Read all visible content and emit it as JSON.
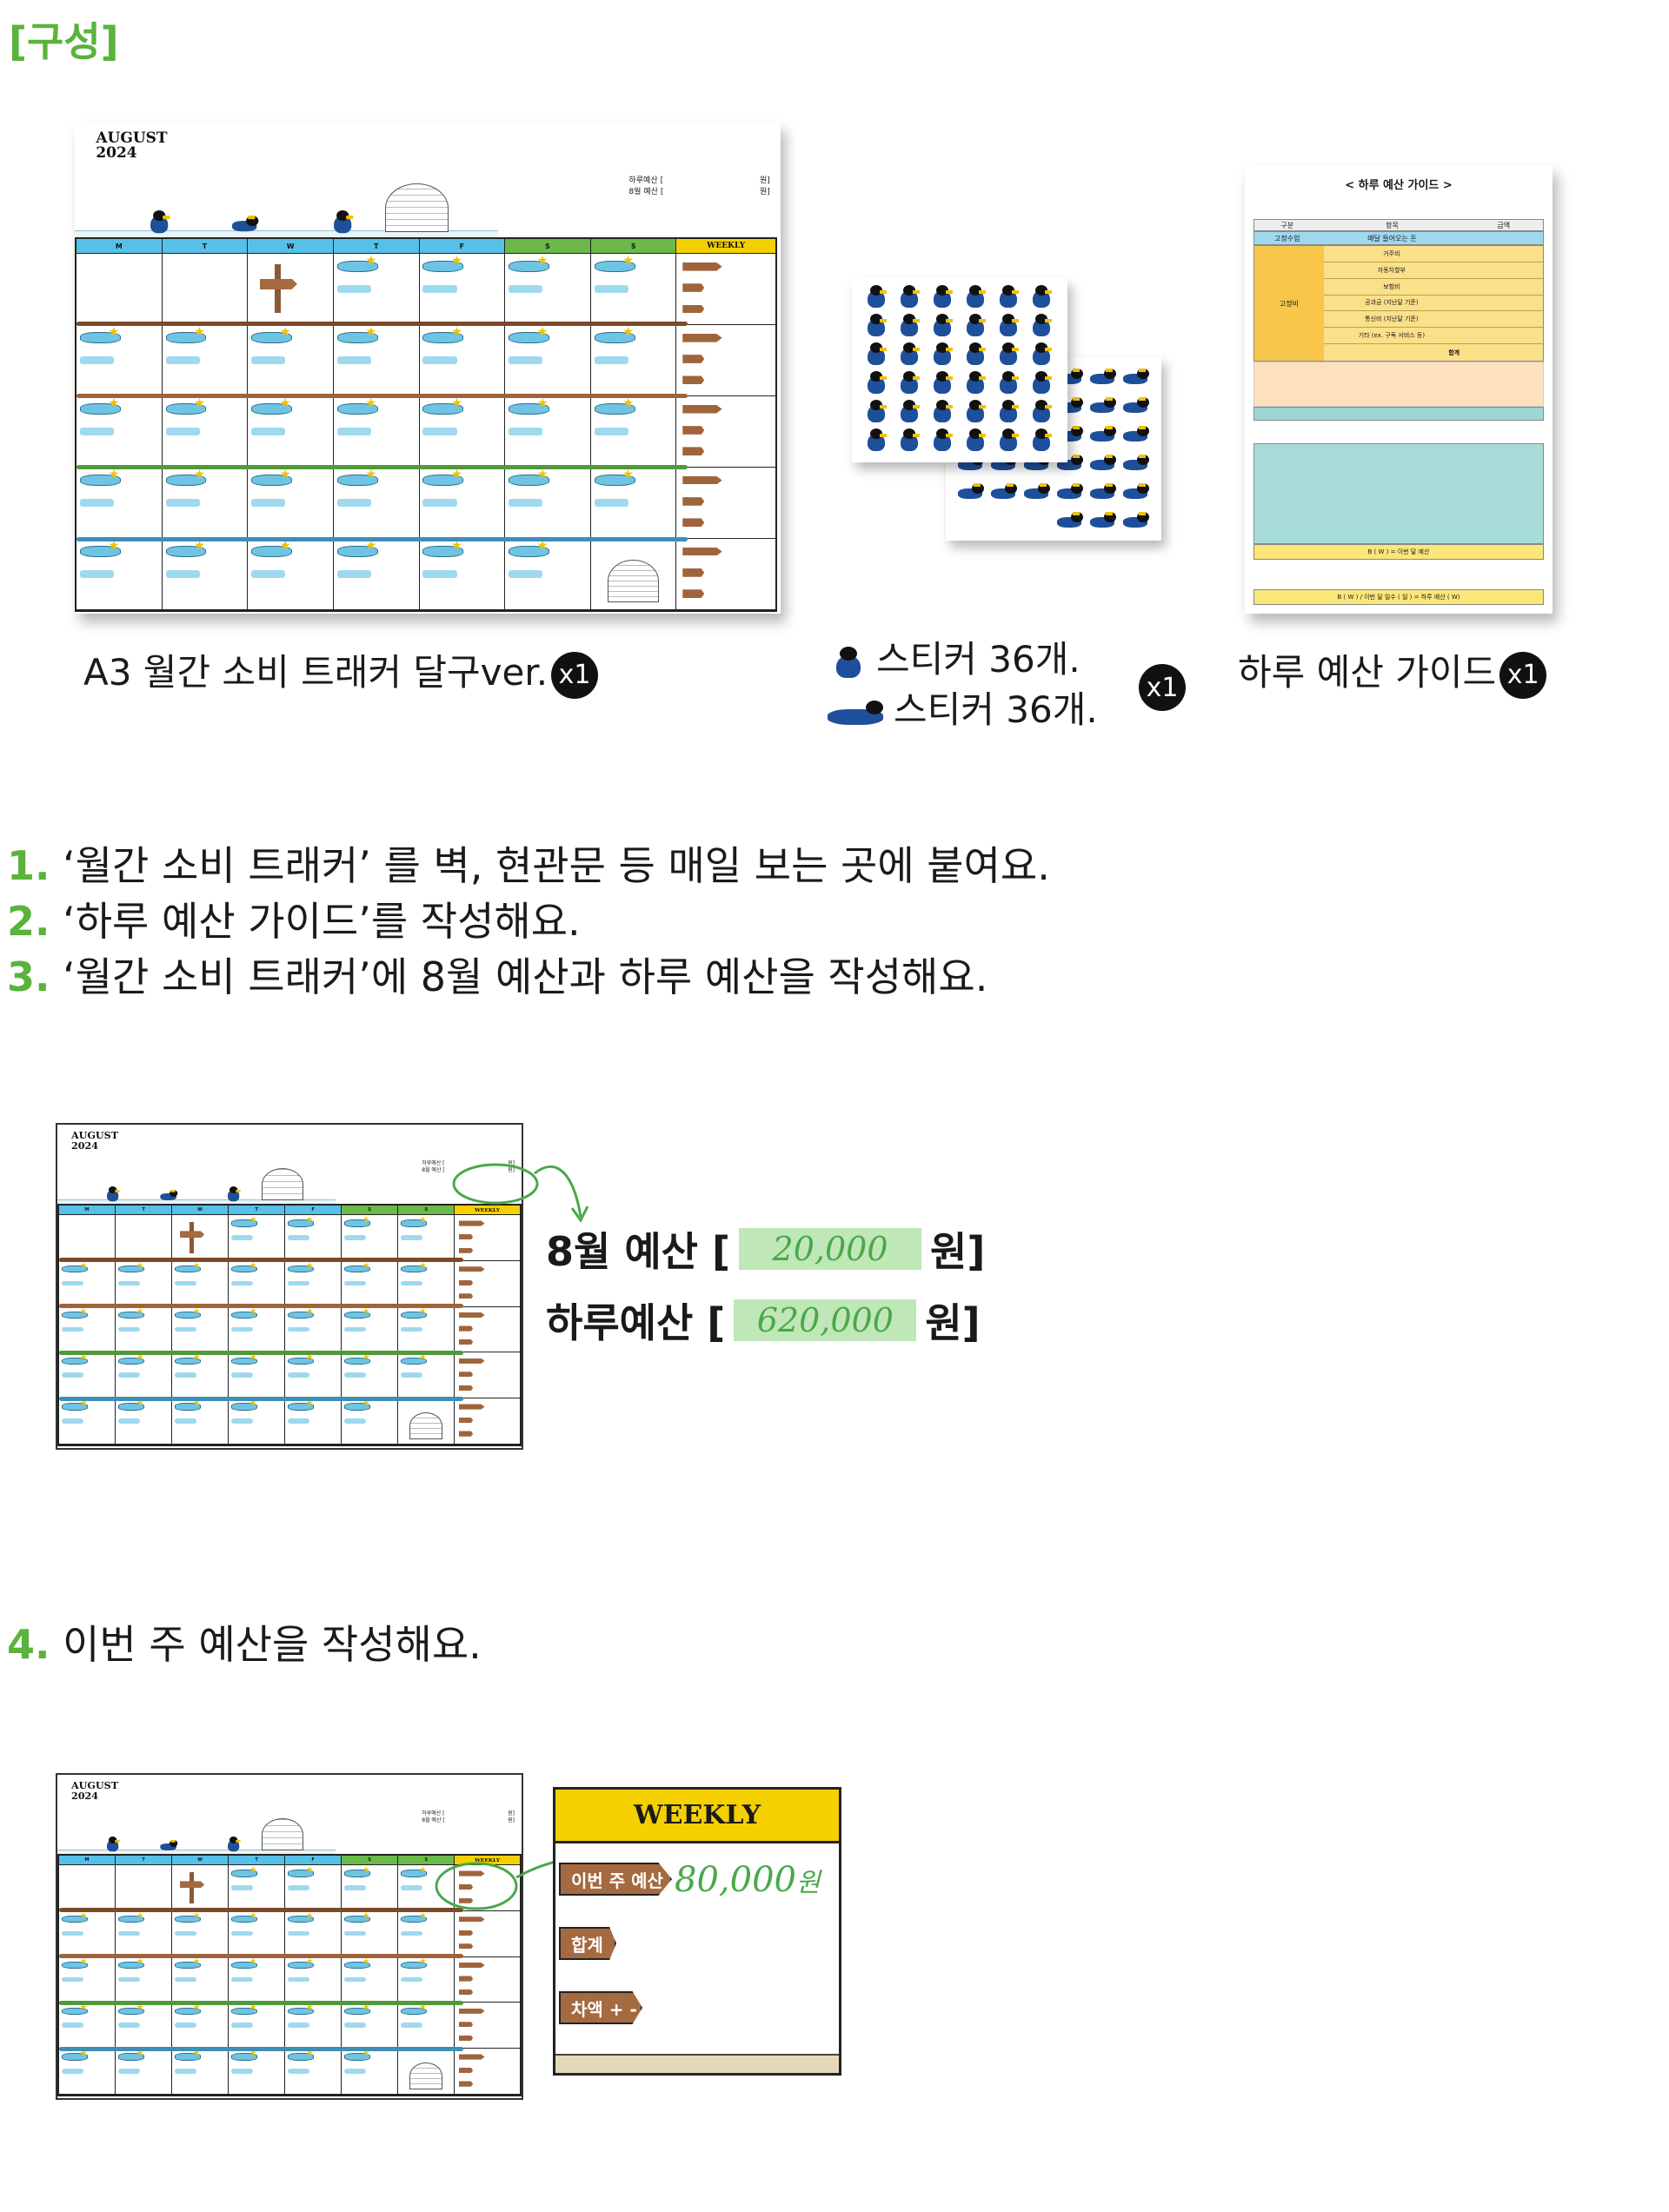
{
  "section_title": "[구성]",
  "calendar": {
    "month": "AUGUST",
    "year": "2024",
    "day_headers": [
      "M",
      "T",
      "W",
      "T",
      "F",
      "S",
      "S"
    ],
    "weekly_header": "WEEKLY",
    "budget_labels": [
      "하루예산 [",
      "8월 예산 ["
    ],
    "won": "원]"
  },
  "components": [
    {
      "caption": "A3 월간 소비 트래커 달구ver.",
      "badge": "x1"
    },
    {
      "caption_line1": "스티커 36개.",
      "caption_line2": "스티커 36개.",
      "badge": "x1"
    },
    {
      "caption": "하루 예산 가이드",
      "badge": "x1"
    }
  ],
  "guide": {
    "title": "< 하루 예산 가이드 >",
    "header": [
      "구분",
      "항목",
      "금액"
    ],
    "income_label": "고정수입",
    "income_item": "매달 들어오는 돈",
    "expense_label": "고정비",
    "expense_items": [
      "거주비",
      "자동차할부",
      "보험비",
      "공과금 (지난달 기준)",
      "통신비 (지난달 기준)",
      "기타 (ex. 구독 서비스 등)"
    ],
    "sum_label": "합계",
    "formula1": "B (           W ) = 이번 달 예산",
    "formula2": "B (           W ) / 이번 달 일수 (           일 ) = 하루 예산 (             W)"
  },
  "steps": [
    {
      "num": "1.",
      "text": "‘월간 소비 트래커’ 를 벽, 현관문 등 매일 보는 곳에 붙여요."
    },
    {
      "num": "2.",
      "text": "‘하루 예산 가이드’를 작성해요."
    },
    {
      "num": "3.",
      "text": "‘월간 소비 트래커’에 8월 예산과 하루 예산을 작성해요."
    },
    {
      "num": "4.",
      "text": "이번 주 예산을 작성해요."
    }
  ],
  "budget_callout": {
    "monthly_label": "8월 예산 [",
    "monthly_value": "20,000",
    "daily_label": "하루예산 [",
    "daily_value": "620,000",
    "unit": "원]"
  },
  "weekly_zoom": {
    "header": "WEEKLY",
    "signs": [
      "이번 주 예산",
      "합계",
      "차액 + -"
    ],
    "handwritten_value": "80,000",
    "handwritten_unit": "원"
  },
  "colors": {
    "accent_green": "#5ab33c",
    "header_blue": "#57c0e8",
    "header_green": "#6ab94a",
    "weekly_yellow": "#f4d000",
    "highlight_green": "#bfe7b8",
    "sign_brown": "#a56a40"
  }
}
